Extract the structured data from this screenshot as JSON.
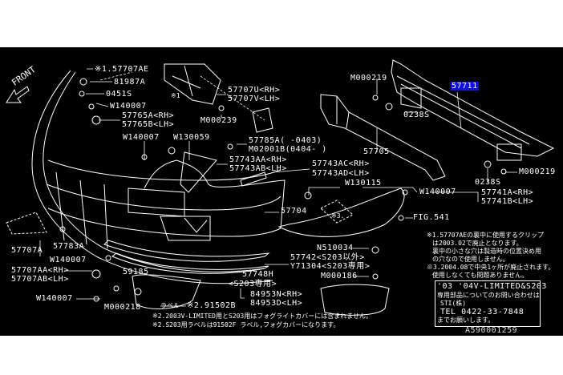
{
  "diagram": {
    "front_label": "FRONT",
    "selected_part": "57711",
    "highlight_color": "#1010e0",
    "callouts": {
      "c57707AE": "※1.57707AE",
      "c81987A": "81987A",
      "c0451S": "0451S",
      "cW140007a": "W140007",
      "c57765A": "57765A<RH>",
      "c57765B": "57765B<LH>",
      "cW140007b": "W140007",
      "cW130059": "W130059",
      "c57707U": "57707U<RH>",
      "c57707V": "57707V<LH>",
      "cM000239": "M000239",
      "c57785A": "57785A(   -0403)",
      "cM02001B": "M02001B(0404-   )",
      "c57743AA": "57743AA<RH>",
      "c57743AB": "57743AB<LH>",
      "c57743AC": "57743AC<RH>",
      "c57743AD": "57743AD<LH>",
      "cW130115": "W130115",
      "cW140007c": "W140007",
      "c57741A": "57741A<RH>",
      "c57741B": "57741B<LH>",
      "cFIG541": "FIG.541",
      "c57704": "57704",
      "cN510034": "N510034",
      "c57742": "57742<S203以外>",
      "cY71304": "Y71304<S203専用>",
      "cM000186": "M000186",
      "c57748H": "57748H",
      "c57748Hnote": "<S203専用>",
      "c84953N": "84953N<RH>",
      "c84953D": "84953D<LH>",
      "c91502B": "※2.91502B",
      "label_tag": "ラベル",
      "c57707A": "57707A",
      "c57783A": "57783A",
      "cW140007d": "W140007",
      "c57707AA": "57707AA<RH>",
      "c57707AB": "57707AB<LH>",
      "c59185": "59185",
      "cW140007e": "W140007",
      "cM000218": "M000218",
      "cM000219a": "M000219",
      "c57711": "57711",
      "c0238Sa": "0238S",
      "c57705": "57705",
      "c0238Sb": "0238S",
      "cM000219b": "M000219",
      "mark1": "※1",
      "mark3": "※3."
    },
    "notes": [
      "※1.57707AEの裏中に使用するクリップ",
      "は2003.02で廃止となります。",
      "裏中の小さな穴は製造時の位置決め用",
      "の穴なので使用しません。",
      "※3.2004.08で中央1ヶ所が廃止されます。",
      "使用しなくても問題ありません。"
    ],
    "contact_box": [
      "'03 '04V-LIMITED&S203",
      "専用部品についてのお問い合わせは",
      "STI(株)",
      "TEL 0422-33-7848",
      "までお願いします。"
    ],
    "footnotes": [
      "※2.2003V-LIMITED用とS203用はフォグライトカバーには含まれません。",
      "※2.S203用ラベルは91502F ラベル,フォグカバーになります。"
    ],
    "diagram_id": "A590001259"
  }
}
